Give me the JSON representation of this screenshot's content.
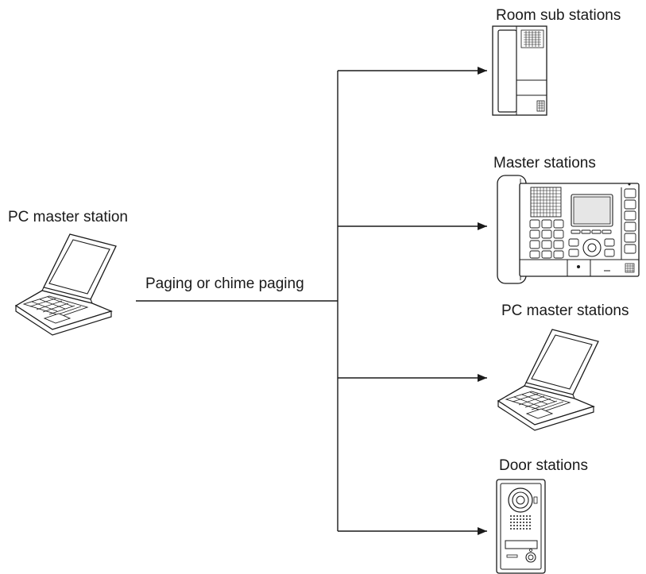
{
  "source_node": {
    "label": "PC master station",
    "icon": "laptop-icon"
  },
  "connection": {
    "label": "Paging or chime paging"
  },
  "targets": [
    {
      "label": "Room sub stations",
      "icon": "room-sub-station-icon"
    },
    {
      "label": "Master stations",
      "icon": "master-station-icon"
    },
    {
      "label": "PC master stations",
      "icon": "laptop-icon"
    },
    {
      "label": "Door stations",
      "icon": "door-station-icon"
    }
  ],
  "colors": {
    "line": "#1a1a1a",
    "fill": "#ffffff",
    "screen": "#e6e6e6"
  }
}
